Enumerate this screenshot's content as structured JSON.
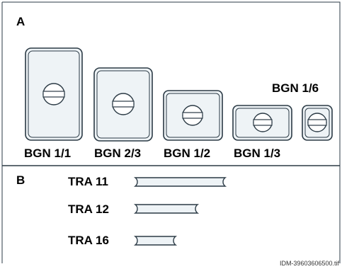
{
  "sections": {
    "a_label": "A",
    "b_label": "B"
  },
  "gastronorm": {
    "labels": [
      "BGN 1/1",
      "BGN 2/3",
      "BGN 1/2",
      "BGN 1/3",
      "BGN 1/6"
    ]
  },
  "trays": {
    "labels": [
      "TRA 11",
      "TRA 12",
      "TRA 16"
    ]
  },
  "file_name": "IDM-39603606500.tif",
  "colors": {
    "outline": "#2b3a45",
    "fill": "#eef3f6",
    "divider": "#2b3a45"
  }
}
